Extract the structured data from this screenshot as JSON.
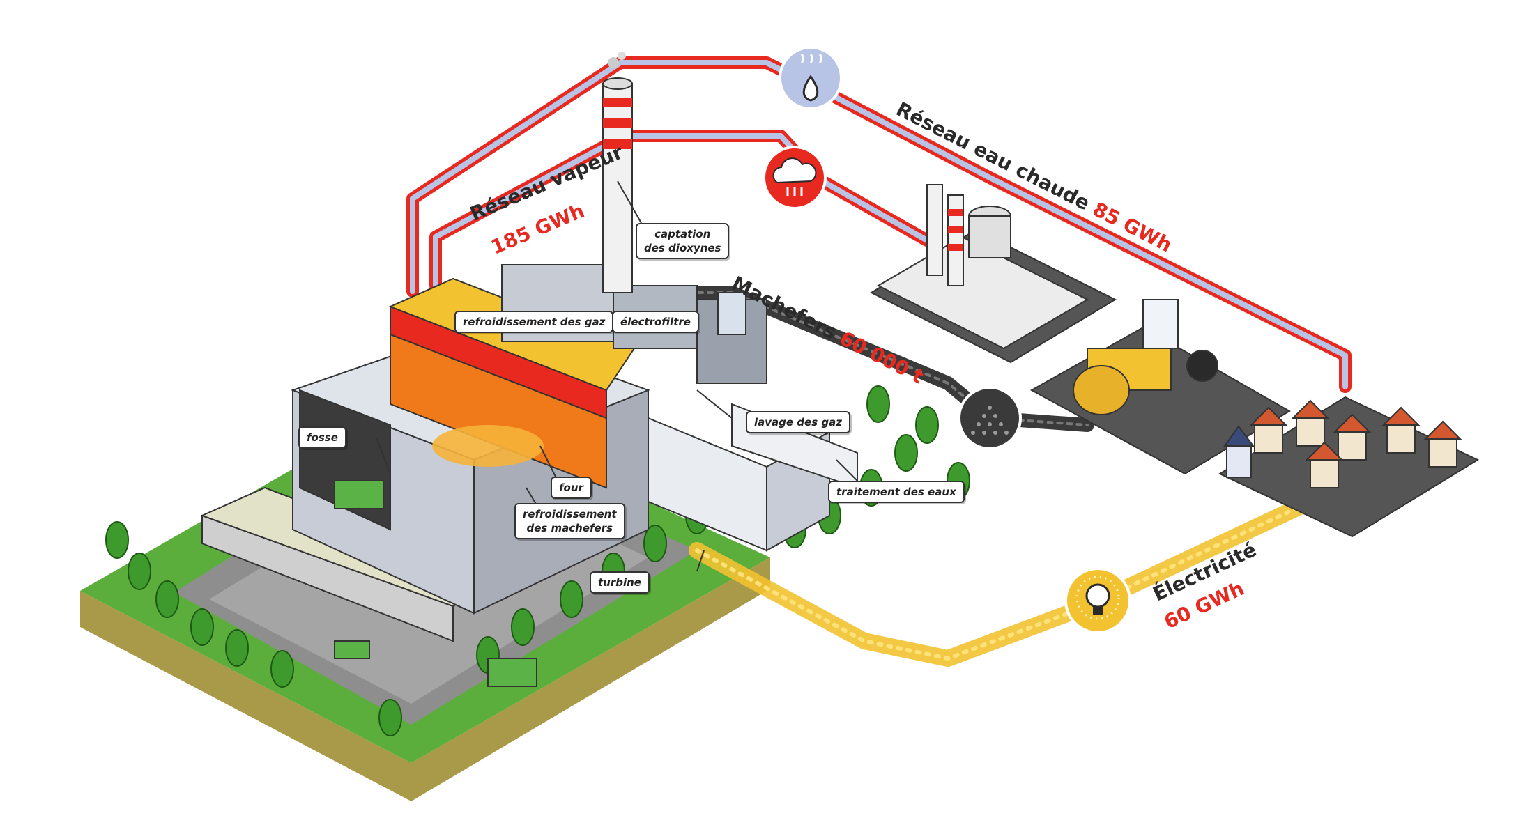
{
  "flows": {
    "steam": {
      "label": "Réseau vapeur",
      "value": "185 GWh"
    },
    "hot_water": {
      "label": "Réseau eau chaude",
      "value": "85 GWh"
    },
    "ash": {
      "label": "Machefers",
      "value": "60 000 t"
    },
    "electricity": {
      "label": "Électricité",
      "value": "60 GWh"
    }
  },
  "callouts": {
    "captation": [
      "captation",
      "des dioxynes"
    ],
    "refroidissement_gaz": "refroidissement des gaz",
    "electrofiltre": "électrofiltre",
    "lavage": "lavage des gaz",
    "fosse": "fosse",
    "four": "four",
    "refroidissement_machefers": [
      "refroidissement",
      "des machefers"
    ],
    "traitement": "traitement des eaux",
    "turbine": "turbine"
  },
  "icons": {
    "hot_water": "water-drop-steam-icon",
    "steam": "steam-cloud-icon",
    "ash": "particles-icon",
    "electricity": "light-bulb-icon"
  },
  "colors": {
    "steam_pipe": "#e8291f",
    "water_pipe": "#b8c4e6",
    "ash_belt": "#3a3a3a",
    "electric_line": "#f2c230",
    "grass": "#5cae3c",
    "ground_side": "#a99a4a"
  }
}
